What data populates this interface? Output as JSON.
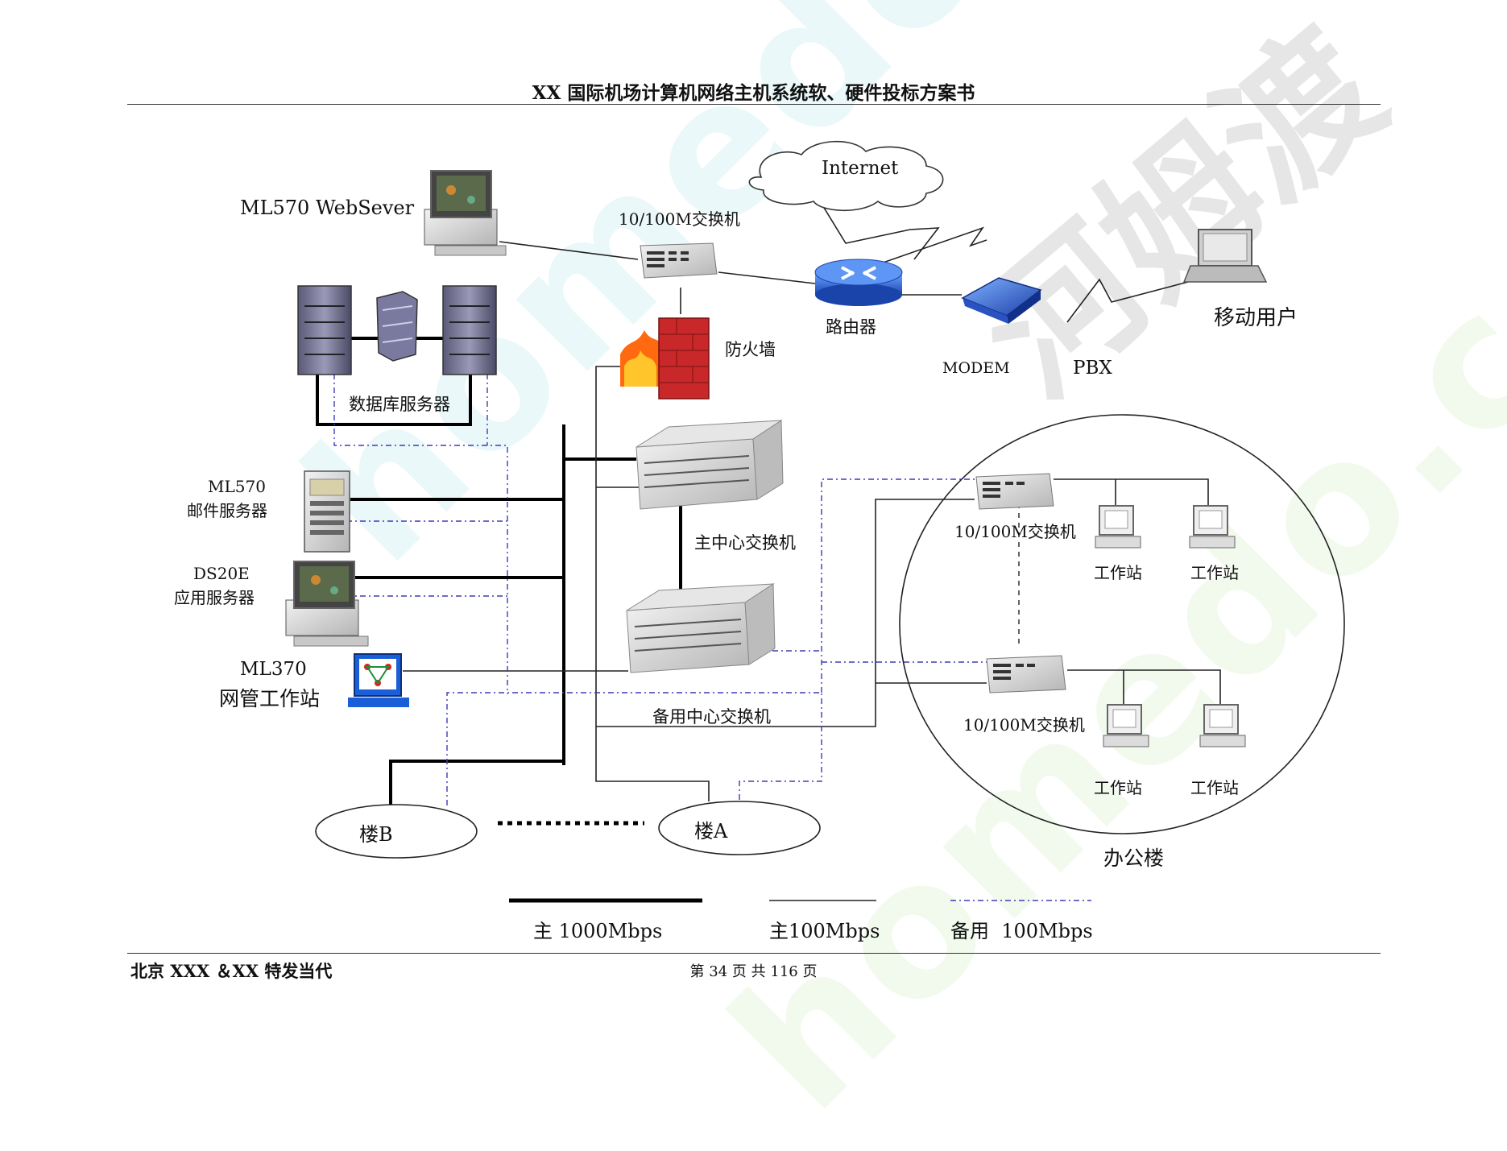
{
  "header": {
    "title": "XX 国际机场计算机网络主机系统软、硬件投标方案书"
  },
  "footer": {
    "company": "北京 XXX ＆XX 特发当代",
    "page_prefix": "第",
    "page_current": "34",
    "page_middle": "页 共",
    "page_total": "116",
    "page_suffix": "页"
  },
  "watermark": {
    "latin": "homedo.com",
    "cjk": "河姆渡"
  },
  "diagram": {
    "internet": "Internet",
    "webserver": "ML570 WebSever",
    "switch_top": "10/100M交换机",
    "router": "路由器",
    "modem": "MODEM",
    "pbx": "PBX",
    "mobile_user": "移动用户",
    "firewall": "防火墙",
    "db_server": "数据库服务器",
    "mail_server_model": "ML570",
    "mail_server": "邮件服务器",
    "app_server_model": "DS20E",
    "app_server": "应用服务器",
    "nms_model": "ML370",
    "nms": "网管工作站",
    "main_switch": "主中心交换机",
    "backup_switch": "备用中心交换机",
    "office_switch_1": "10/100M交换机",
    "office_switch_2": "10/100M交换机",
    "workstation": "工作站",
    "building_b": "楼B",
    "building_a": "楼A",
    "office_building": "办公楼"
  },
  "legend": {
    "main_1000": "主 1000Mbps",
    "main_100": "主100Mbps",
    "backup_100": "备用  100Mbps"
  },
  "colors": {
    "thick_line": "#000000",
    "thin_line": "#222222",
    "backup_line": "#3b3bb8",
    "router_blue": "#1f5fd0",
    "firewall_red": "#c8282a",
    "flame": "#ff5a10"
  }
}
